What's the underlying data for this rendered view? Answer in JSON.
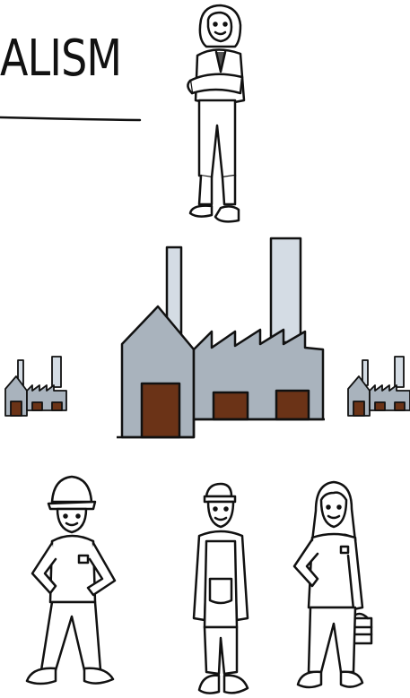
{
  "title": "ALISM",
  "colors": {
    "ink": "#111111",
    "building_gray": "#a9b3bd",
    "building_dark": "#8f9aa5",
    "chimney": "#d4dce4",
    "door_brown": "#6b3317",
    "background": "#ffffff"
  },
  "figures": [
    {
      "role": "capitalist",
      "icon": "businesswoman-arms-crossed-icon"
    },
    {
      "role": "worker",
      "icon": "worker-hard-hat-icon"
    },
    {
      "role": "worker",
      "icon": "worker-overalls-cap-icon"
    },
    {
      "role": "worker",
      "icon": "worker-with-lunchbox-icon"
    }
  ],
  "factories": [
    {
      "size": "small",
      "icon": "factory-small-left-icon"
    },
    {
      "size": "large",
      "icon": "factory-large-icon"
    },
    {
      "size": "small",
      "icon": "factory-small-right-icon"
    }
  ]
}
